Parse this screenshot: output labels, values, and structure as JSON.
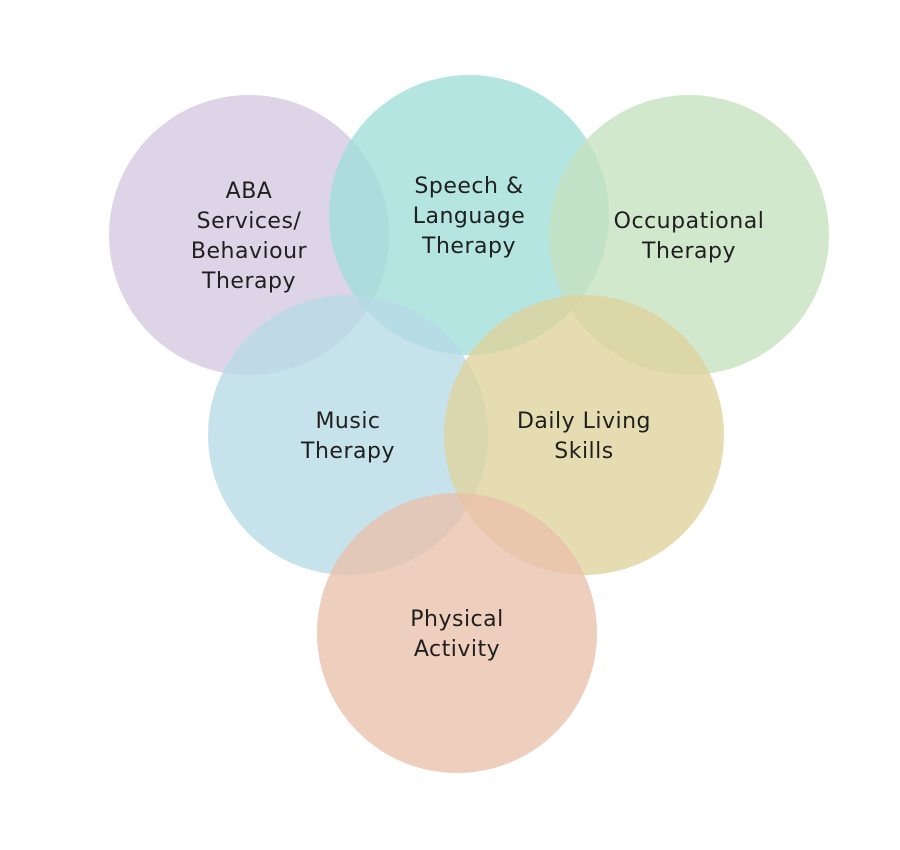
{
  "circles": [
    {
      "id": "aba",
      "label_lines": [
        "ABA",
        "Services/",
        "Behaviour",
        "Therapy"
      ],
      "color": "#d4c8e0"
    },
    {
      "id": "speech",
      "label_lines": [
        "Speech &",
        "Language",
        "Therapy"
      ],
      "color": "#9fded8"
    },
    {
      "id": "occupational",
      "label_lines": [
        "Occupational",
        "Therapy"
      ],
      "color": "#c5e2bf"
    },
    {
      "id": "music",
      "label_lines": [
        "Music",
        "Therapy"
      ],
      "color": "#b6dbe6"
    },
    {
      "id": "daily-living",
      "label_lines": [
        "Daily Living",
        "Skills"
      ],
      "color": "#dfd29b"
    },
    {
      "id": "physical",
      "label_lines": [
        "Physical",
        "Activity"
      ],
      "color": "#e9c0ab"
    }
  ]
}
